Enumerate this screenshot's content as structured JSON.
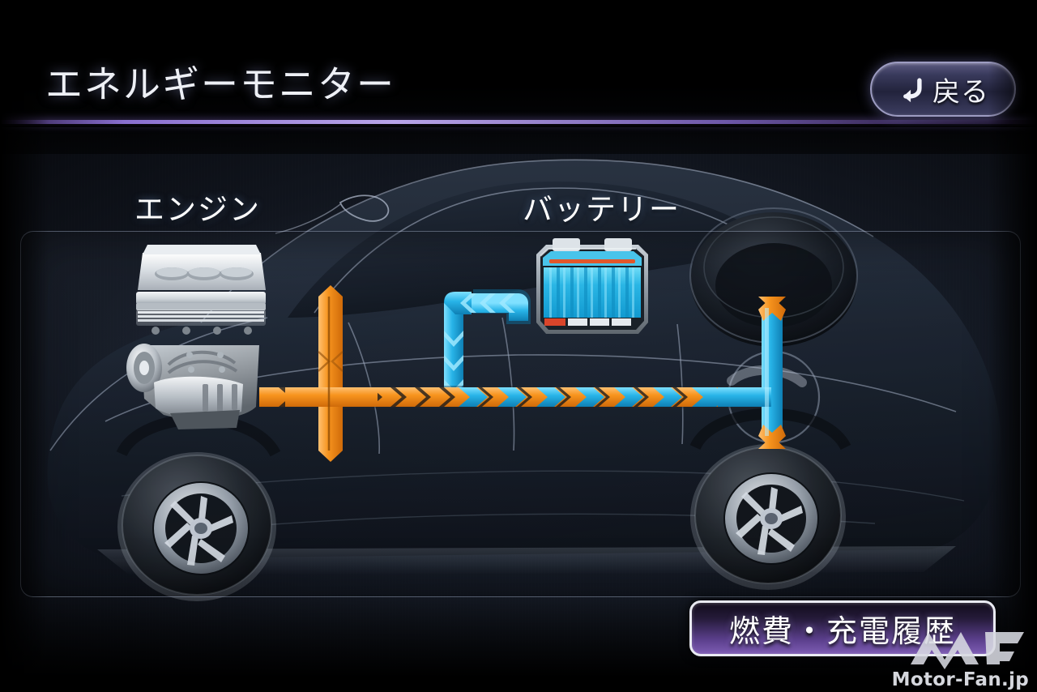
{
  "screen": {
    "title": "エネルギーモニター",
    "accent_purple": "#8a6fd0",
    "background": "#000000"
  },
  "header": {
    "back_button": {
      "label": "戻る",
      "icon": "undo-arrow-icon"
    }
  },
  "diagram": {
    "panel_name": "energy-flow-panel",
    "labels": {
      "engine": "エンジン",
      "battery": "バッテリー"
    },
    "components": [
      {
        "name": "engine-icon",
        "label": "エンジン",
        "color": "#c9cdd2"
      },
      {
        "name": "battery-icon",
        "label": "バッテリー",
        "color": "#22b2dd"
      },
      {
        "name": "drive-shaft-flow",
        "color": "#f08a21"
      },
      {
        "name": "wheel-drive-flow",
        "color": "#29a8dd"
      }
    ],
    "flow_colors": {
      "engine_power": "#f2921f",
      "electric_power": "#2ab3e6",
      "wheel_arrow": "#f5a623"
    }
  },
  "footer": {
    "history_button": {
      "label": "燃費・充電履歴"
    }
  },
  "watermark": {
    "text": "Motor-Fan.jp",
    "logo": "mf-logo"
  }
}
